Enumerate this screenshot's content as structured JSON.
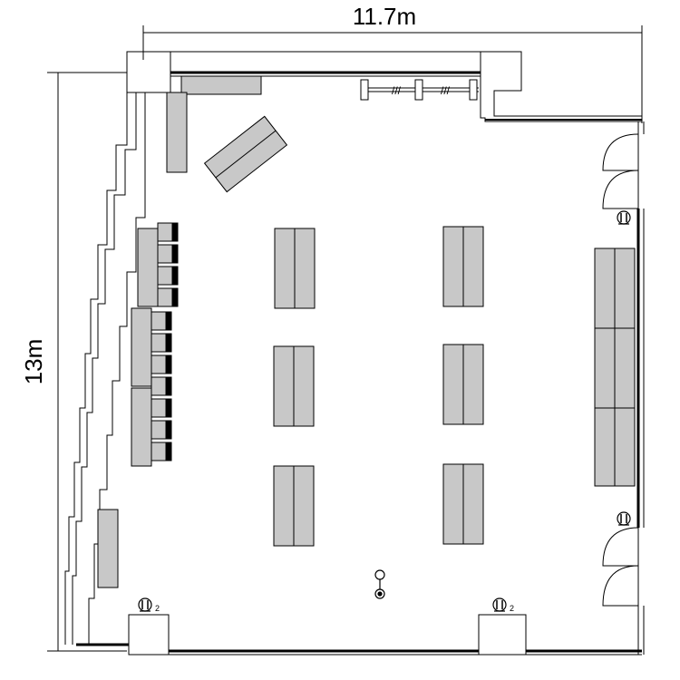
{
  "dimensions": {
    "width_label": "11.7m",
    "height_label": "13m"
  },
  "outlet_marks": {
    "small_label": "2"
  },
  "colors": {
    "furniture_fill": "#c8c8c8",
    "line": "#000000",
    "background": "#ffffff"
  }
}
